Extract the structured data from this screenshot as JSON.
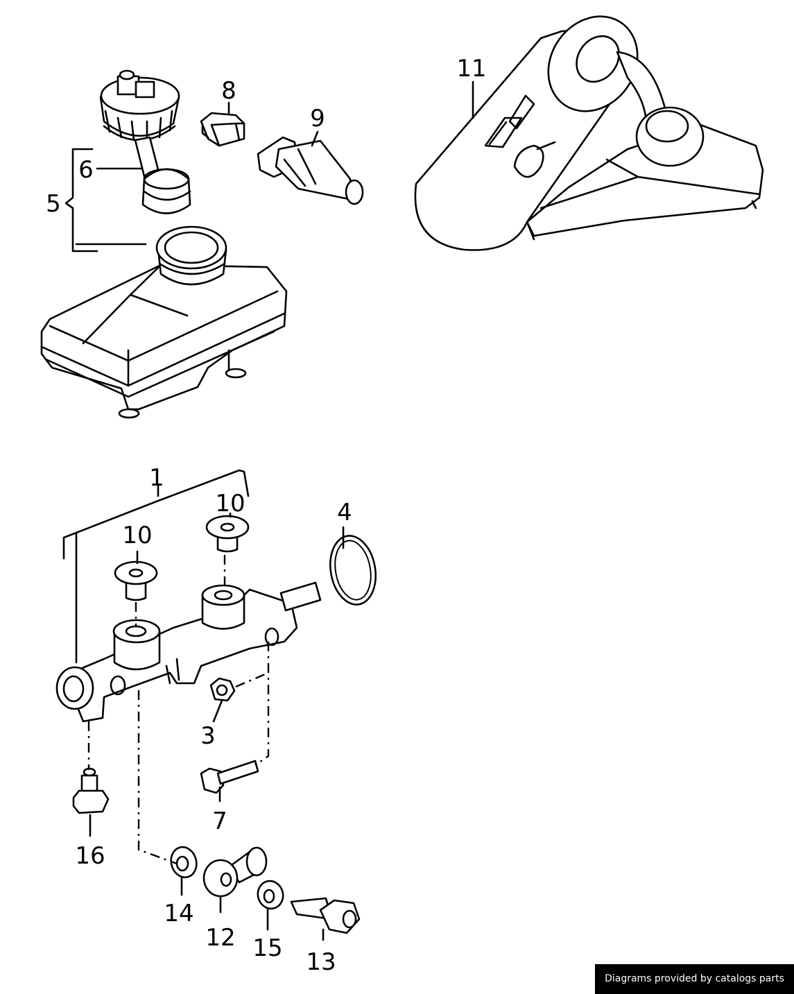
{
  "callouts": {
    "c1": "1",
    "c3": "3",
    "c4": "4",
    "c5": "5",
    "c6": "6",
    "c7": "7",
    "c8": "8",
    "c9": "9",
    "c10a": "10",
    "c10b": "10",
    "c11": "11",
    "c12": "12",
    "c13": "13",
    "c14": "14",
    "c15": "15",
    "c16": "16"
  },
  "credit": {
    "text": "Diagrams provided by catalogs parts"
  }
}
